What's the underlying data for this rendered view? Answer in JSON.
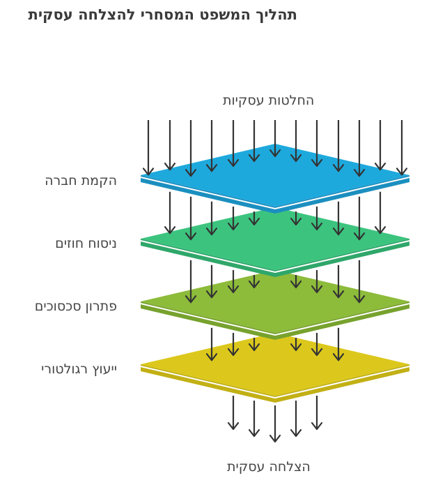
{
  "title": "תהליך המשפט המסחרי להצלחה עסקית",
  "top_label": "החלטות עסקיות",
  "bottom_label": "הצלחה עסקית",
  "layers": [
    {
      "label": "הקמת חברה",
      "color": "#1ea9dd",
      "edge": "#1b8fbf"
    },
    {
      "label": "ניסוח חוזים",
      "color": "#3cc47f",
      "edge": "#2fa76a"
    },
    {
      "label": "פתרון סכסוכים",
      "color": "#8dbb3a",
      "edge": "#77a22d"
    },
    {
      "label": "ייעוץ רגולטורי",
      "color": "#dcc81c",
      "edge": "#c2b015"
    }
  ],
  "arrow_color": "#333333"
}
